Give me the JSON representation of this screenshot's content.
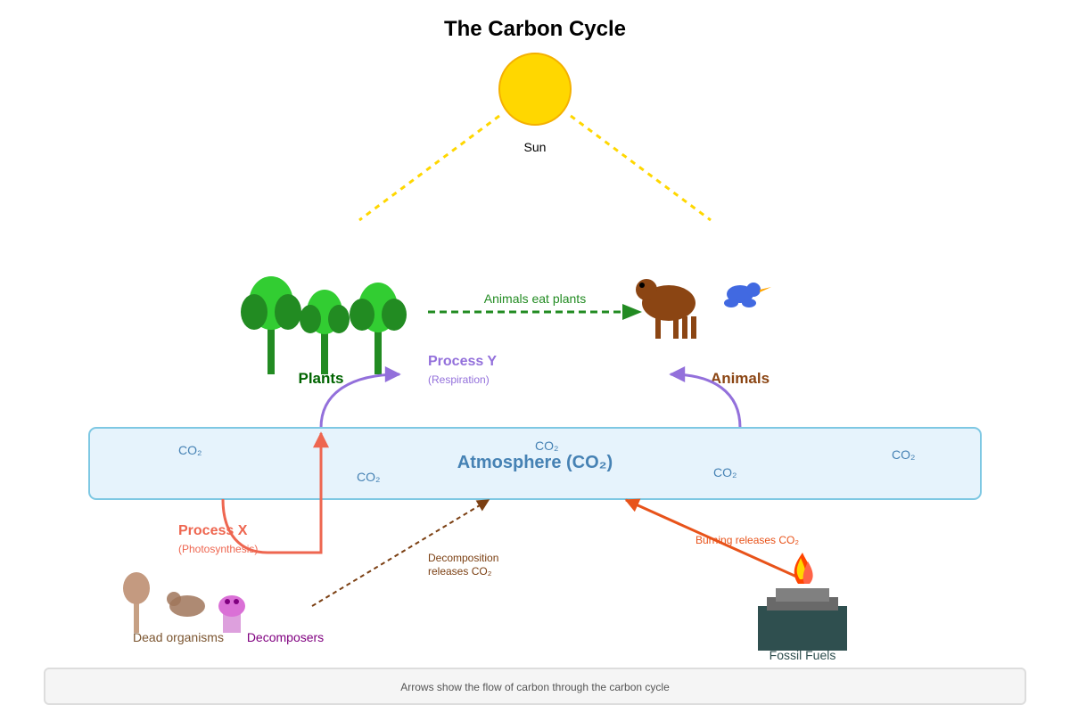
{
  "title": "The Carbon Cycle",
  "sun": {
    "label": "Sun"
  },
  "plants": {
    "label": "Plants"
  },
  "animals": {
    "label": "Animals"
  },
  "eat_arrow": {
    "label": "Animals eat plants"
  },
  "process_y": {
    "label": "Process Y",
    "sublabel": "(Respiration)"
  },
  "atmosphere": {
    "label": "Atmosphere (CO₂)",
    "co2_markers": [
      "CO₂",
      "CO₂",
      "CO₂",
      "CO₂",
      "CO₂"
    ]
  },
  "process_x": {
    "label": "Process X",
    "sublabel": "(Photosynthesis)"
  },
  "decomposition": {
    "line1": "Decomposition",
    "line2": "releases CO₂"
  },
  "burning": {
    "label": "Burning releases CO₂"
  },
  "dead_organisms": {
    "label": "Dead organisms"
  },
  "decomposers": {
    "label": "Decomposers"
  },
  "fossil_fuels": {
    "label": "Fossil Fuels"
  },
  "footer": {
    "note": "Arrows show the flow of carbon through the carbon cycle"
  },
  "colors": {
    "sun": "#FFD700",
    "sun_stroke": "#F4B000",
    "plant_green": "#32CD32",
    "plant_dark": "#228B22",
    "plant_label": "#006400",
    "animal_brown": "#8B4513",
    "bird_blue": "#4169E1",
    "atmosphere_fill": "#E6F3FC",
    "atmosphere_stroke": "#7EC8E3",
    "atmosphere_text": "#4682B4",
    "process_x": "#EE6650",
    "process_y": "#9370DB",
    "burning": "#E8531A",
    "decomp": "#7B3F12",
    "decomposer": "#800080",
    "fossil": "#2F4F4F"
  }
}
